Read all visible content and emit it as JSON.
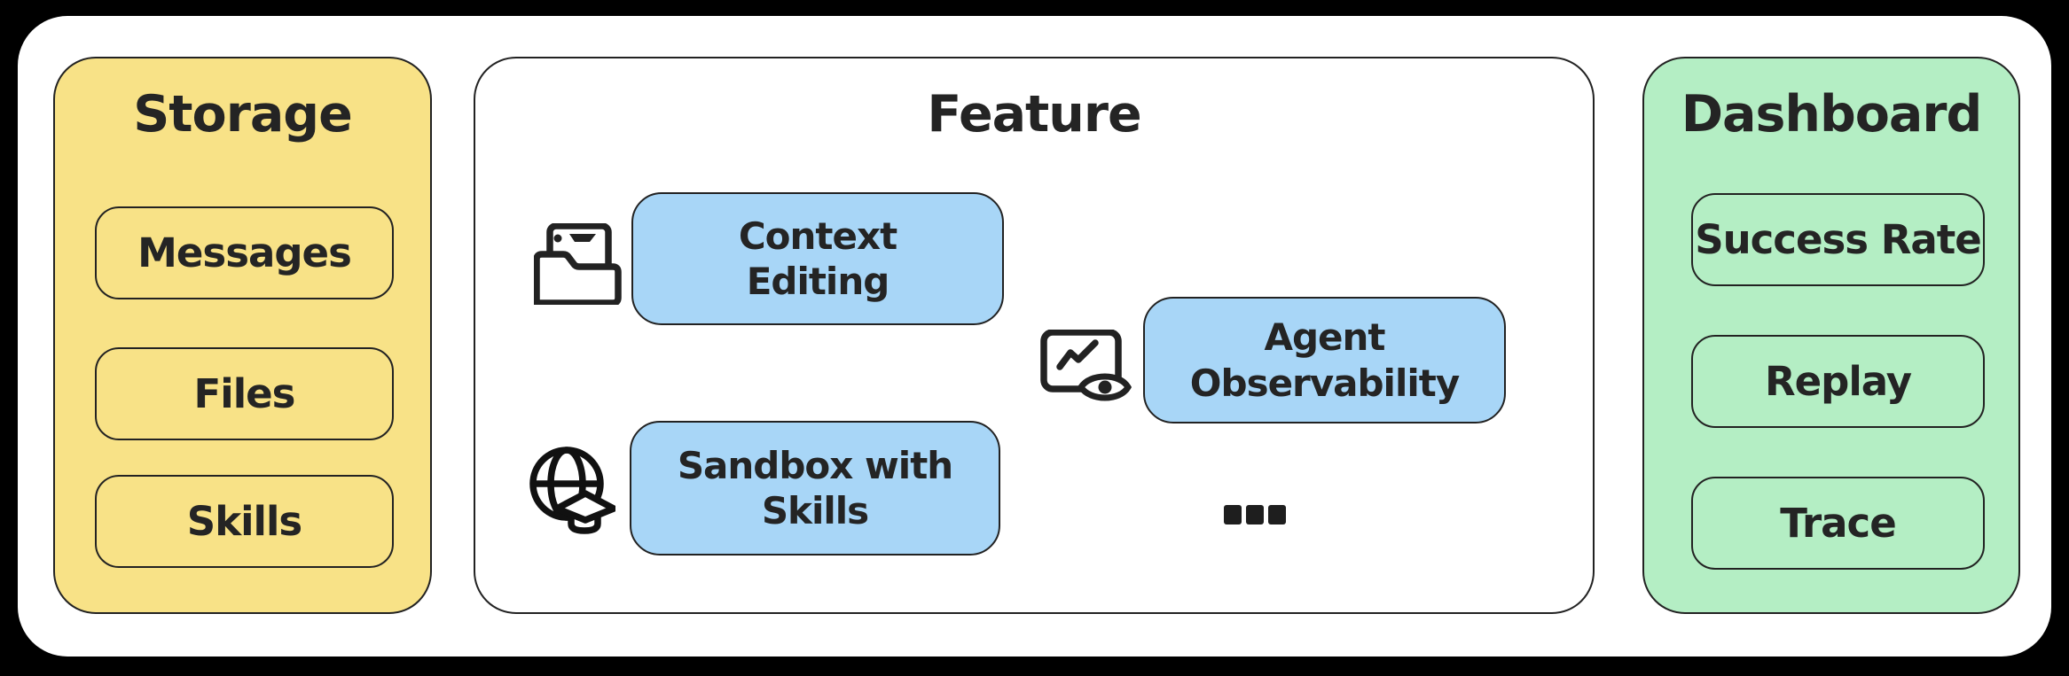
{
  "colors": {
    "background": "#000000",
    "canvas": "#ffffff",
    "storage-fill": "#F8E287",
    "dashboard-fill": "#B4EEC4",
    "chip-fill": "#A8D6F7",
    "stroke": "#222222",
    "text": "#242424"
  },
  "storage": {
    "title": "Storage",
    "items": [
      {
        "label": "Messages"
      },
      {
        "label": "Files"
      },
      {
        "label": "Skills"
      }
    ]
  },
  "feature": {
    "title": "Feature",
    "chips": [
      {
        "lines": [
          "Context",
          "Editing"
        ],
        "icon": "folder-window-icon"
      },
      {
        "lines": [
          "Agent",
          "Observability"
        ],
        "icon": "chart-eye-icon"
      },
      {
        "lines": [
          "Sandbox with",
          "Skills"
        ],
        "icon": "globe-graduation-icon"
      }
    ],
    "more_icon": "ellipsis-icon"
  },
  "dashboard": {
    "title": "Dashboard",
    "items": [
      {
        "label": "Success Rate"
      },
      {
        "label": "Replay"
      },
      {
        "label": "Trace"
      }
    ]
  }
}
